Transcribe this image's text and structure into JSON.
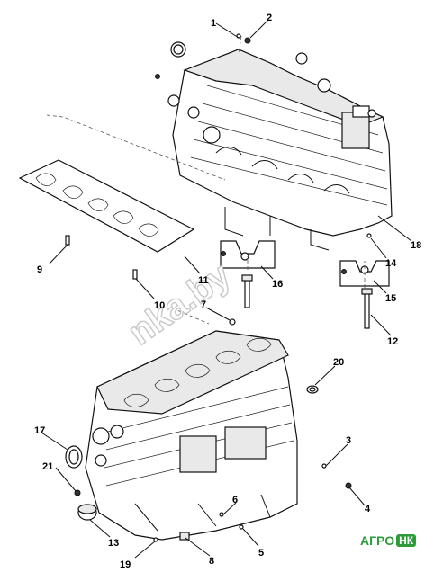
{
  "callouts": {
    "c1": "1",
    "c2": "2",
    "c3": "3",
    "c4": "4",
    "c5": "5",
    "c6": "6",
    "c7": "7",
    "c8": "8",
    "c9": "9",
    "c10": "10",
    "c11": "11",
    "c12": "12",
    "c13": "13",
    "c14": "14",
    "c15": "15",
    "c16": "16",
    "c17": "17",
    "c18": "18",
    "c19": "19",
    "c20": "20",
    "c21": "21"
  },
  "watermark": {
    "text": "nka.by"
  },
  "brand": {
    "prefix": "АГРО",
    "badge": "НК"
  },
  "colors": {
    "brand_green": "#2e9b3a",
    "line": "#111111"
  }
}
